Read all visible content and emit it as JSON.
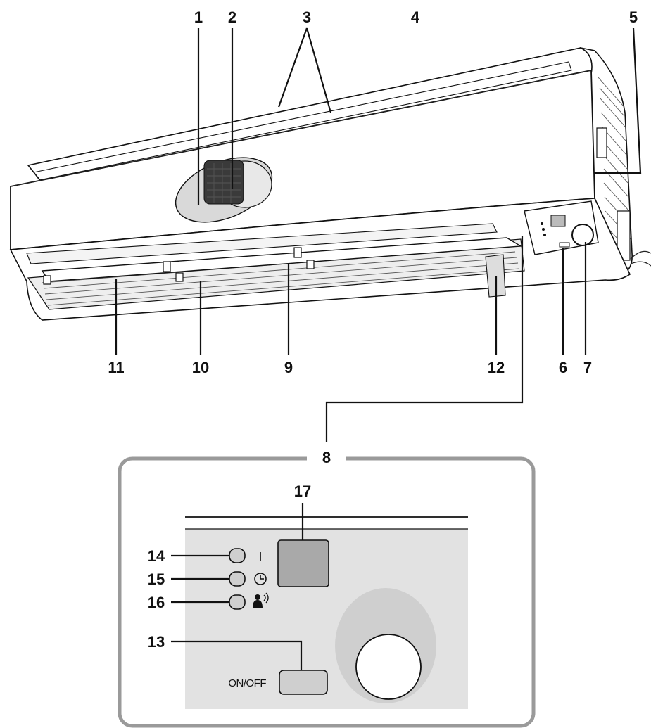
{
  "callouts": {
    "c1": "1",
    "c2": "2",
    "c3": "3",
    "c4": "4",
    "c5": "5",
    "c6": "6",
    "c7": "7",
    "c8": "8",
    "c9": "9",
    "c10": "10",
    "c11": "11",
    "c12": "12",
    "c13": "13",
    "c14": "14",
    "c15": "15",
    "c16": "16",
    "c17": "17"
  },
  "panel": {
    "on_off_label": "ON/OFF",
    "power_symbol": "I"
  },
  "colors": {
    "line": "#111111",
    "panel_frame": "#9a9a9a",
    "panel_face": "#e2e2e2",
    "receiver_window": "#a9a9a9",
    "sensor_ring": "#cfcfcf",
    "button_fill": "#cfcfcf"
  },
  "icons": [
    "clock-icon",
    "person-signal-icon"
  ]
}
